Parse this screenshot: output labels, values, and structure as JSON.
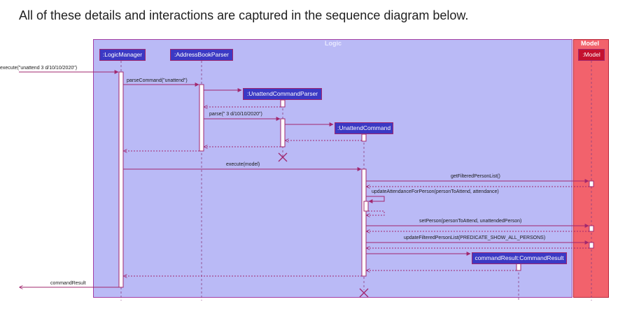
{
  "intro_text": "All of these details and interactions are captured in the sequence diagram below.",
  "frames": {
    "logic": "Logic",
    "model": "Model"
  },
  "participants": {
    "logic_manager": ":LogicManager",
    "parser": ":AddressBookParser",
    "command_parser": ":UnattendCommandParser",
    "command": ":UnattendCommand",
    "command_result": "commandResult:CommandResult",
    "model": ":Model"
  },
  "messages": {
    "execute_in": "execute(\"unattend 3 d/10/10/2020\")",
    "parse_command": "parseCommand(\"unattend\")",
    "parse": "parse(\" 3 d/10/10/2020\")",
    "execute_model": "execute(model)",
    "get_filtered": "getFilteredPersonList()",
    "update_attendance": "updateAttendanceForPerson(personToAttend, attendance)",
    "set_person": "setPerson(personToAttend, unattendedPerson)",
    "update_filtered": "updateFilteredPersonList(PREDICATE_SHOW_ALL_PERSONS)",
    "command_result_return": "commandResult"
  },
  "colors": {
    "logic_bg": "#babaf6",
    "model_bg": "#f2626c",
    "participant_blue": "#3b39c4",
    "participant_red": "#c4112e",
    "arrow": "#a1276e"
  }
}
